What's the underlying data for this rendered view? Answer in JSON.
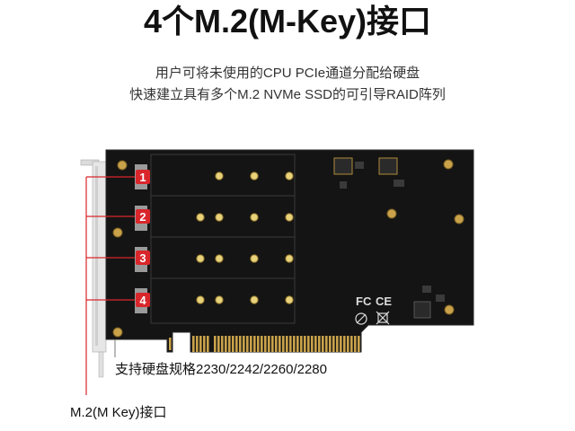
{
  "title": "4个M.2(M-Key)接口",
  "subtitle_lines": [
    "用户可将未使用的CPU PCIe通道分配给硬盘",
    "快速建立具有多个M.2 NVMe SSD的可引导RAID阵列"
  ],
  "slots": [
    {
      "label": "1"
    },
    {
      "label": "2"
    },
    {
      "label": "3"
    },
    {
      "label": "4"
    }
  ],
  "captions": {
    "support": "支持硬盘规格2230/2242/2260/2280",
    "interface": "M.2(M Key)接口"
  },
  "colors": {
    "board": "#141414",
    "gold": "#c9a24a",
    "callout_red": "#d9262b",
    "bracket": "#e6e6e6"
  },
  "pcb_markings": {
    "fc_mark": "FC",
    "ce_mark": "CE"
  }
}
